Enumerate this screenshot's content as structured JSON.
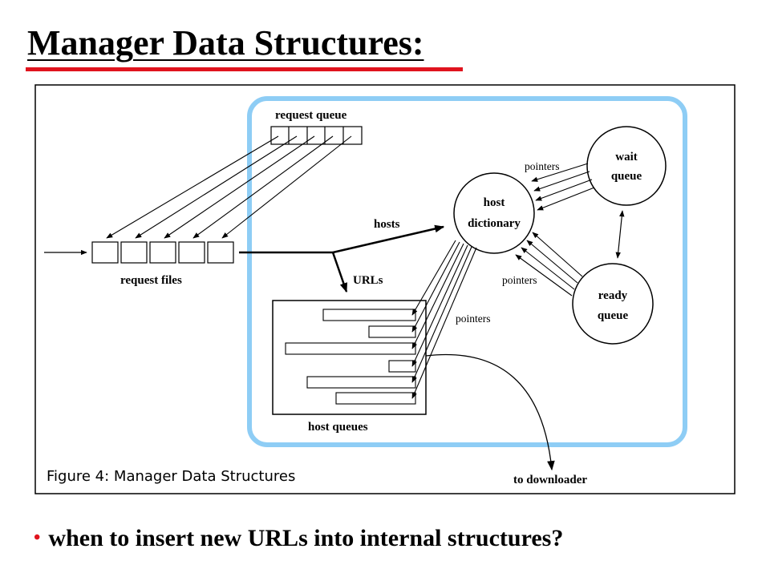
{
  "slide": {
    "title": "Manager Data Structures:",
    "accent_color": "#e0141e",
    "highlight_color": "#8ecdf5"
  },
  "diagram": {
    "labels": {
      "request_queue": "request queue",
      "request_files": "request files",
      "hosts": "hosts",
      "urls": "URLs",
      "host_queues": "host queues",
      "host": "host",
      "dictionary": "dictionary",
      "wait": "wait",
      "wait_queue": "queue",
      "ready": "ready",
      "ready_queue": "queue",
      "pointers_wait": "pointers",
      "pointers_ready": "pointers",
      "pointers_hostq": "pointers",
      "to_downloader": "to downloader",
      "caption": "Figure 4: Manager Data Structures"
    }
  },
  "bullets": [
    "when to insert new URLs into internal structures?"
  ]
}
